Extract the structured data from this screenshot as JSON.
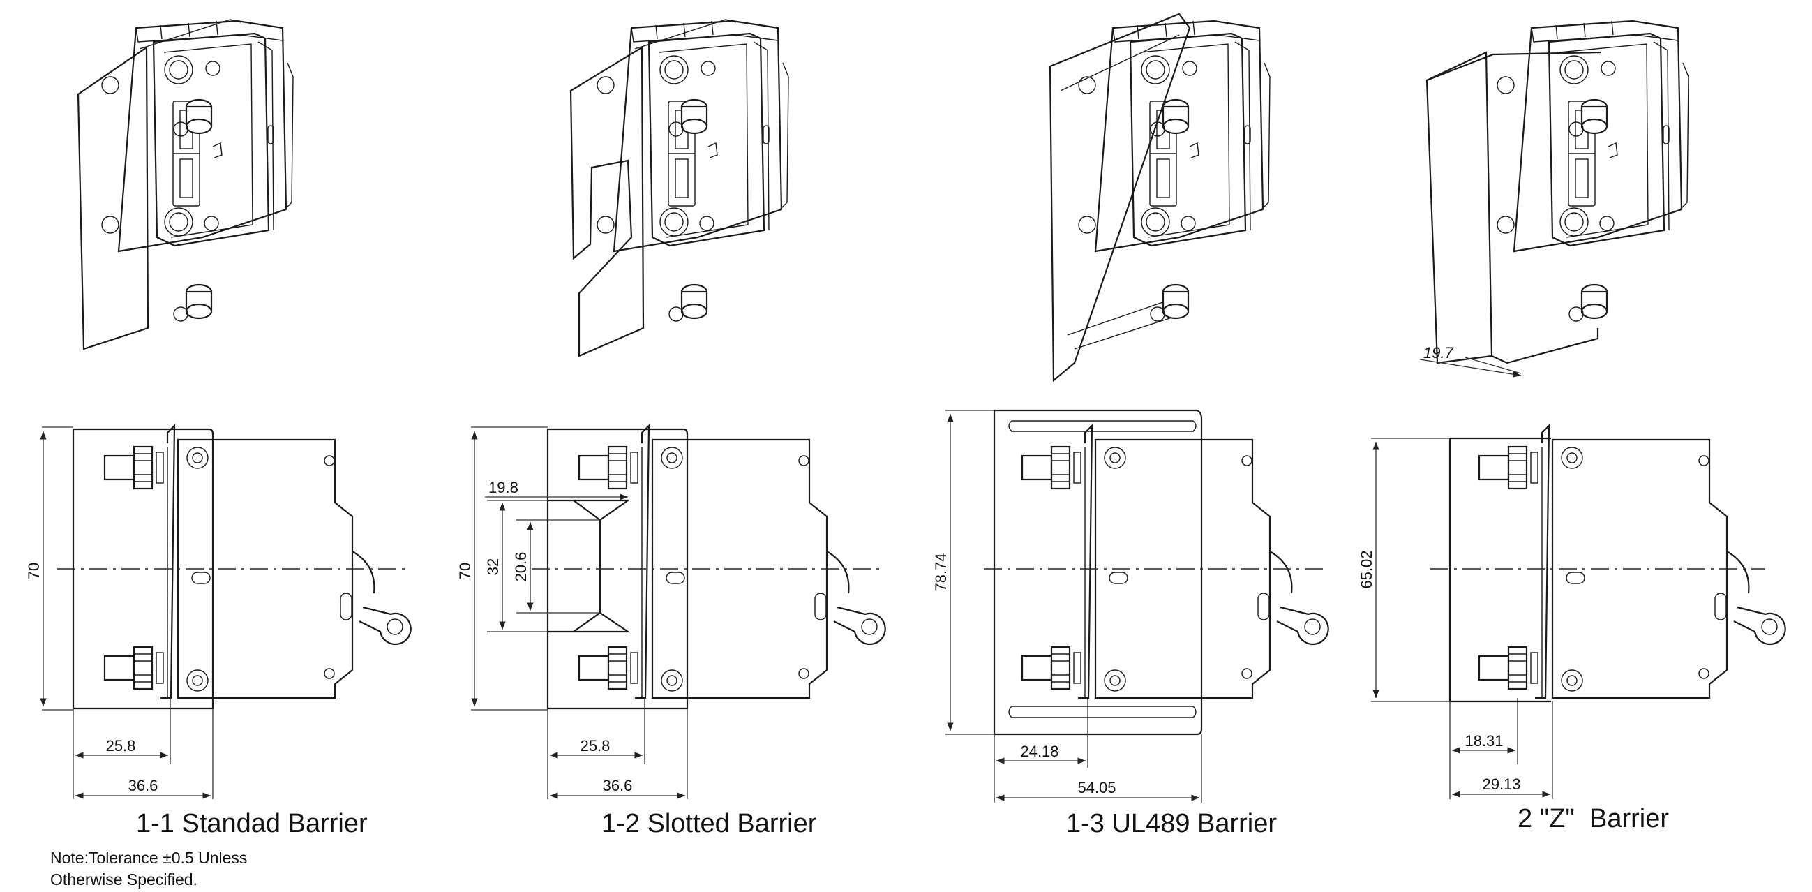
{
  "figures": [
    {
      "caption": "1-1 Standad Barrier",
      "height": "70",
      "offset": "25.8",
      "width": "36.6"
    },
    {
      "caption": "1-2 Slotted Barrier",
      "height": "70",
      "offset": "25.8",
      "width": "36.6",
      "slot_top": "19.8",
      "slot_outer": "32",
      "slot_inner": "20.6"
    },
    {
      "caption": "1-3 UL489 Barrier",
      "height": "78.74",
      "offset": "24.18",
      "width": "54.05"
    },
    {
      "caption": "2 \"Z\"  Barrier",
      "height": "65.02",
      "offset": "18.31",
      "width": "29.13",
      "iso_dim": "19.7"
    }
  ],
  "note": {
    "line1": "Note:Tolerance ±0.5 Unless",
    "line2": "Otherwise Specified."
  }
}
